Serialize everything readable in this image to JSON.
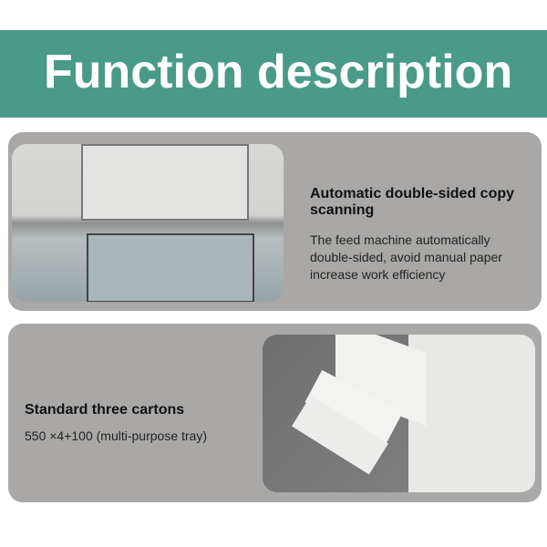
{
  "header": {
    "title": "Function description",
    "color": "#4a9a88"
  },
  "features": [
    {
      "title": "Automatic double-sided copy scanning",
      "description": "The feed machine automatically double-sided, avoid manual paper increase work efficiency",
      "image": "scanner-glass-photo"
    },
    {
      "title": "Standard three cartons",
      "description": "550 ×4+100 (multi-purpose tray)",
      "image": "paper-trays-photo"
    }
  ]
}
